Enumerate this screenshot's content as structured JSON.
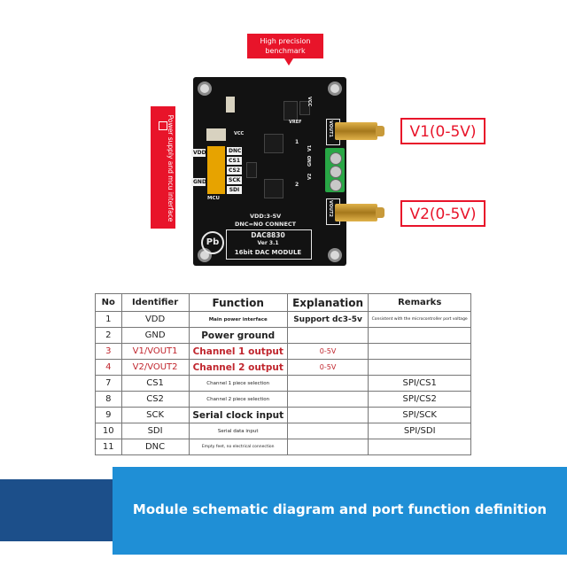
{
  "callouts": {
    "benchmark": "High precision benchmark",
    "power": "Power supply and mcu interface",
    "v1": "V1(0-5V)",
    "v2": "V2(0-5V)"
  },
  "board": {
    "chip_name": "DAC8830",
    "version": "Ver 3.1",
    "module": "16bit DAC MODULE",
    "vdd_note": "VDD:3-5V",
    "dnc_note": "DNC=NO CONNECT",
    "logo": "Pb",
    "vcc1": "VCC",
    "vcc2": "VCC",
    "vref": "VREF",
    "mcu": "MCU",
    "vout1": "VOUT1",
    "vout2": "VOUT2",
    "v1": "V1",
    "gnd_screw": "GND",
    "v2": "V2",
    "mark1": "1",
    "mark2": "2",
    "left_pins": [
      "VDD",
      "GND"
    ],
    "right_pins": [
      "DNC",
      "CS1",
      "CS2",
      "SCK",
      "SDI"
    ]
  },
  "table": {
    "headers": [
      "No",
      "Identifier",
      "Function",
      "Explanation",
      "Remarks"
    ],
    "rows": [
      {
        "no": "1",
        "id": "VDD",
        "fn": "Main power interface",
        "exp": "Support dc3-5v",
        "rem": "Consistent with the microcontroller port voltage"
      },
      {
        "no": "2",
        "id": "GND",
        "fn": "Power ground",
        "exp": "",
        "rem": ""
      },
      {
        "no": "3",
        "id": "V1/VOUT1",
        "fn": "Channel 1 output",
        "exp": "0-5V",
        "rem": ""
      },
      {
        "no": "4",
        "id": "V2/VOUT2",
        "fn": "Channel 2 output",
        "exp": "0-5V",
        "rem": ""
      },
      {
        "no": "7",
        "id": "CS1",
        "fn": "Channel 1 piece selection",
        "exp": "",
        "rem": "SPI/CS1"
      },
      {
        "no": "8",
        "id": "CS2",
        "fn": "Channel 2 piece selection",
        "exp": "",
        "rem": "SPI/CS2"
      },
      {
        "no": "9",
        "id": "SCK",
        "fn": "Serial clock input",
        "exp": "",
        "rem": "SPI/SCK"
      },
      {
        "no": "10",
        "id": "SDI",
        "fn": "Serial data input",
        "exp": "",
        "rem": "SPI/SDI"
      },
      {
        "no": "11",
        "id": "DNC",
        "fn": "Empty feet, no electrical connection",
        "exp": "",
        "rem": ""
      }
    ]
  },
  "banner": {
    "text": "Module schematic diagram and port function definition"
  },
  "colors": {
    "callout_red": "#e8142a",
    "banner_blue": "#1f8fd6",
    "banner_dark": "#1c4f8a"
  }
}
